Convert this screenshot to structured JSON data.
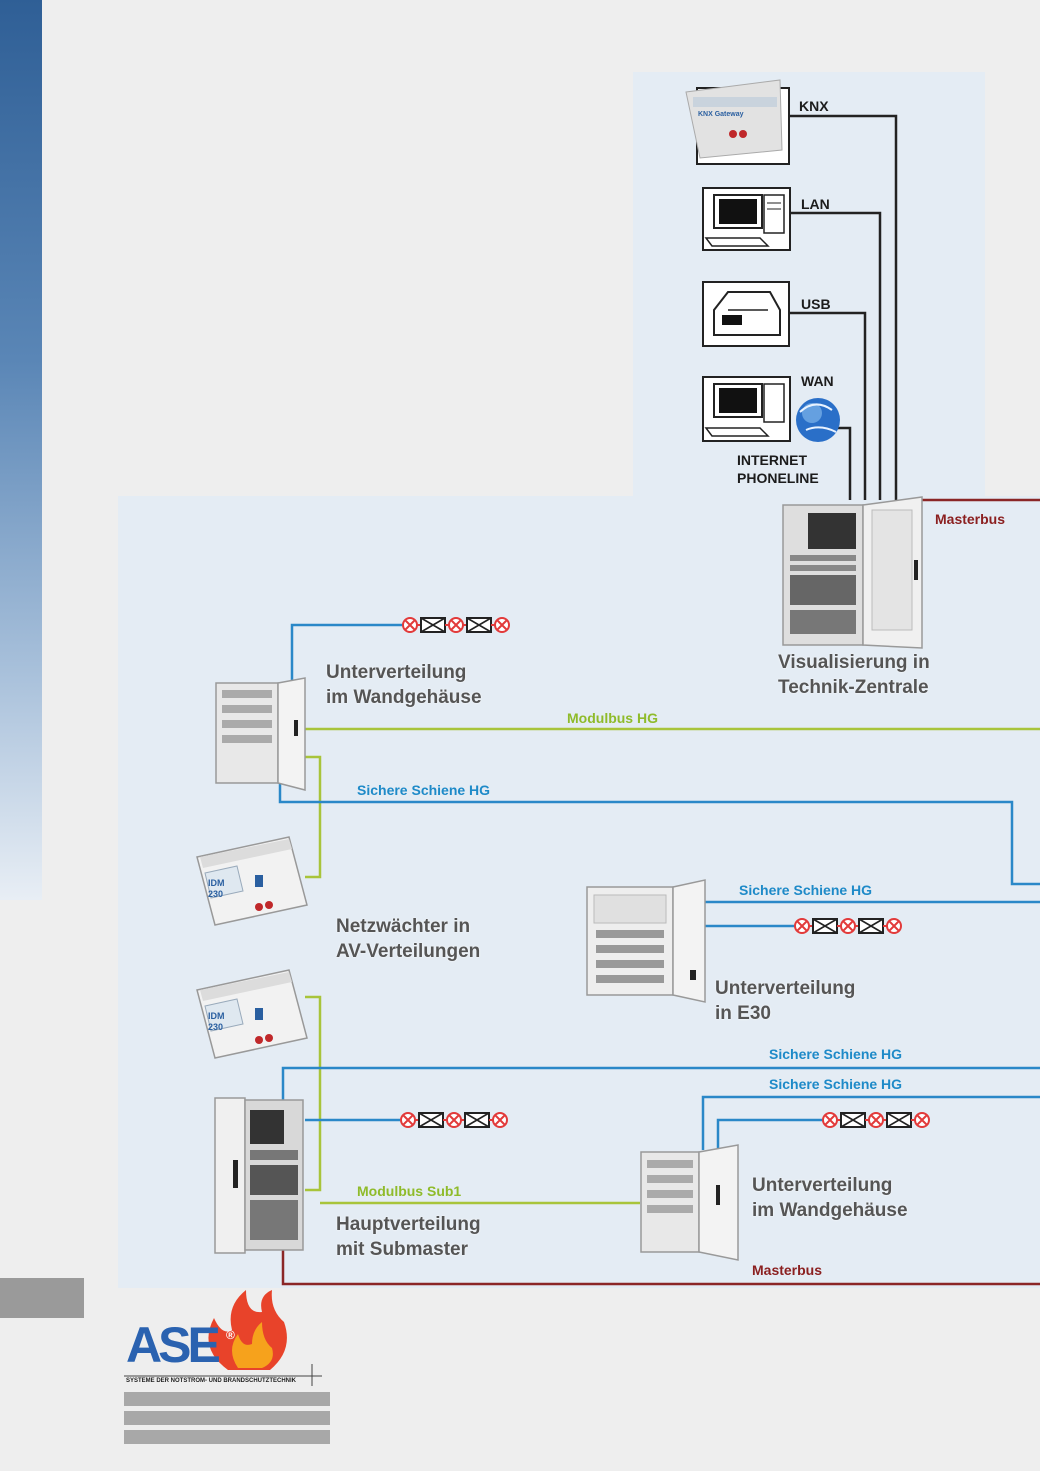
{
  "labels": {
    "knx": "KNX",
    "lan": "LAN",
    "usb": "USB",
    "wan": "WAN",
    "internet_phoneline": [
      "INTERNET",
      "PHONELINE"
    ],
    "masterbus_top": "Masterbus",
    "masterbus_bottom": "Masterbus",
    "visualisierung": [
      "Visualisierung in",
      "Technik-Zentrale"
    ],
    "uv_wandgehaeuse_1": [
      "Unterverteilung",
      "im Wandgehäuse"
    ],
    "modulbus_hg": "Modulbus HG",
    "sichere_schiene_1": "Sichere Schiene HG",
    "sichere_schiene_2": "Sichere Schiene HG",
    "sichere_schiene_3": "Sichere Schiene HG",
    "sichere_schiene_4": "Sichere Schiene HG",
    "netzwaechter": [
      "Netzwächter in",
      "AV-Verteilungen"
    ],
    "uv_e30": [
      "Unterverteilung",
      "in E30"
    ],
    "modulbus_sub1": "Modulbus Sub1",
    "hauptverteilung": [
      "Hauptverteilung",
      "mit Submaster"
    ],
    "uv_wandgehaeuse_2": [
      "Unterverteilung",
      "im Wandgehäuse"
    ]
  },
  "devices": {
    "knx_gateway": "KNX Gateway",
    "idm_1": [
      "IDM",
      "230"
    ],
    "idm_2": [
      "IDM",
      "230"
    ]
  },
  "logo": {
    "text": "ASE",
    "registered": "®",
    "tagline": "SYSTEME DER NOTSTROM- UND BRANDSCHUTZTECHNIK"
  },
  "colors": {
    "green_bus": "#a8c43a",
    "blue_rail": "#2a88c8",
    "red_bus": "#8b2626",
    "data_line": "#222222"
  },
  "icons": {
    "lamp_chain": "lamp-exit-sign-chain-icon",
    "globe": "globe-icon"
  }
}
